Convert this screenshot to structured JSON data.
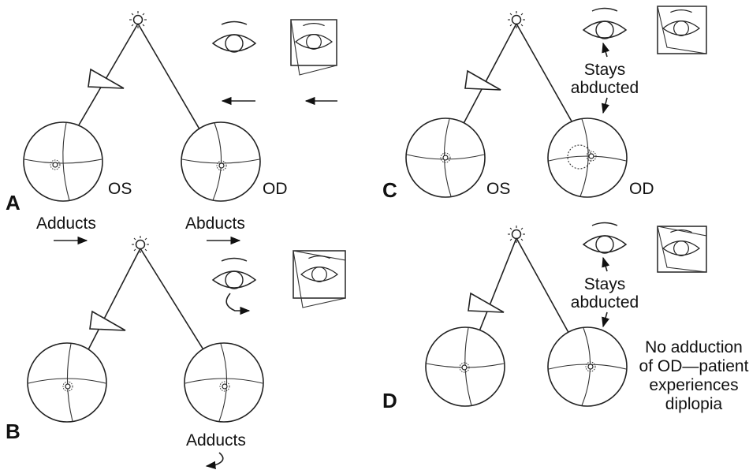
{
  "panels": {
    "a": {
      "letter": "A",
      "left_eye": "OS",
      "right_eye": "OD",
      "left_motion": "Adducts",
      "right_motion": "Abducts"
    },
    "b": {
      "letter": "B",
      "right_motion": "Adducts"
    },
    "c": {
      "letter": "C",
      "left_eye": "OS",
      "right_eye": "OD",
      "note_line1": "Stays",
      "note_line2": "abducted"
    },
    "d": {
      "letter": "D",
      "note_line1": "Stays",
      "note_line2": "abducted",
      "side_line1": "No adduction",
      "side_line2": "of OD—patient",
      "side_line3": "experiences",
      "side_line4": "diplopia"
    }
  },
  "icons": [
    "light-source-icon",
    "prism-icon",
    "eye-icon",
    "prism-box-icon",
    "arrow-icon"
  ]
}
